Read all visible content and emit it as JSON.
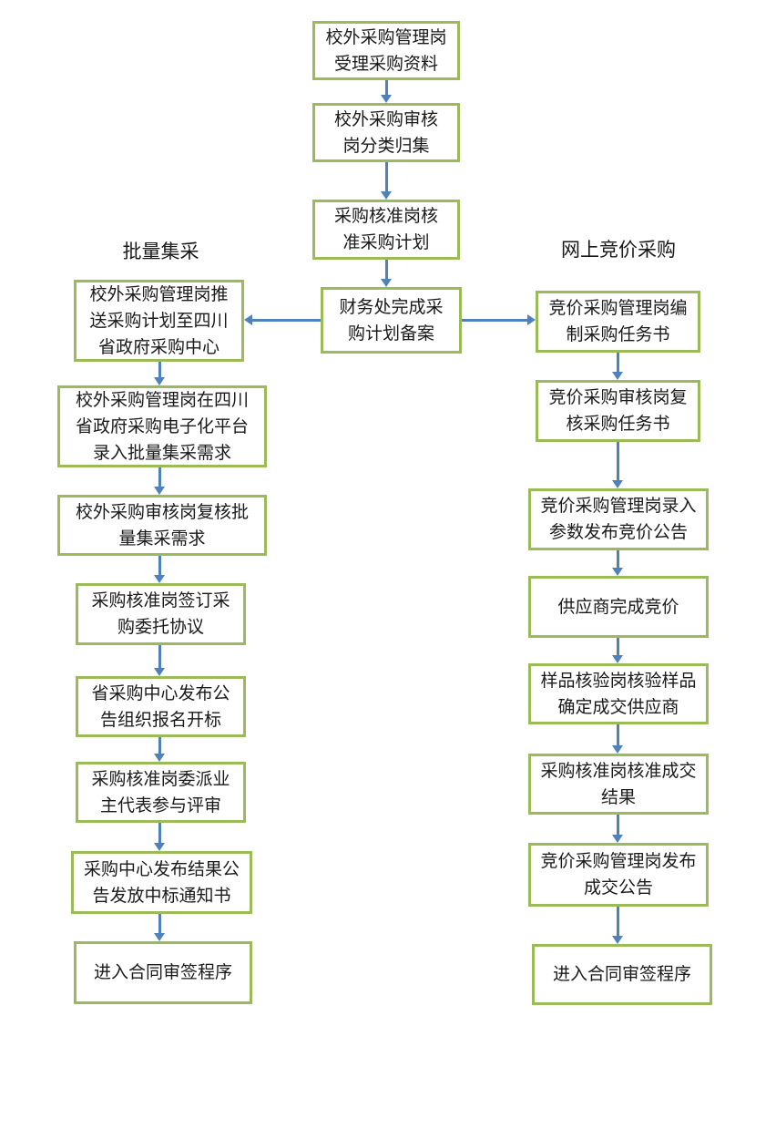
{
  "colors": {
    "box_border": "#9BBB59",
    "arrow": "#4F81BD",
    "text": "#1a1a1a",
    "bg": "#ffffff"
  },
  "flowchart": {
    "main": {
      "steps": [
        {
          "label": "校外采购管理岗受理采购资料"
        },
        {
          "label": "校外采购审核岗分类归集"
        },
        {
          "label": "采购核准岗核准采购计划"
        },
        {
          "label": "财务处完成采购计划备案"
        }
      ]
    },
    "left": {
      "title": "批量集采",
      "steps": [
        {
          "label": "校外采购管理岗推送采购计划至四川省政府采购中心"
        },
        {
          "label": "校外采购管理岗在四川省政府采购电子化平台录入批量集采需求"
        },
        {
          "label": "校外采购审核岗复核批量集采需求"
        },
        {
          "label": "采购核准岗签订采购委托协议"
        },
        {
          "label": "省采购中心发布公告组织报名开标"
        },
        {
          "label": "采购核准岗委派业主代表参与评审"
        },
        {
          "label": "采购中心发布结果公告发放中标通知书"
        },
        {
          "label": "进入合同审签程序"
        }
      ]
    },
    "right": {
      "title": "网上竞价采购",
      "steps": [
        {
          "label": "竞价采购管理岗编制采购任务书"
        },
        {
          "label": "竞价采购审核岗复核采购任务书"
        },
        {
          "label": "竞价采购管理岗录入参数发布竞价公告"
        },
        {
          "label": "供应商完成竞价"
        },
        {
          "label": "样品核验岗核验样品确定成交供应商"
        },
        {
          "label": "采购核准岗核准成交结果"
        },
        {
          "label": "竞价采购管理岗发布成交公告"
        },
        {
          "label": "进入合同审签程序"
        }
      ]
    }
  }
}
